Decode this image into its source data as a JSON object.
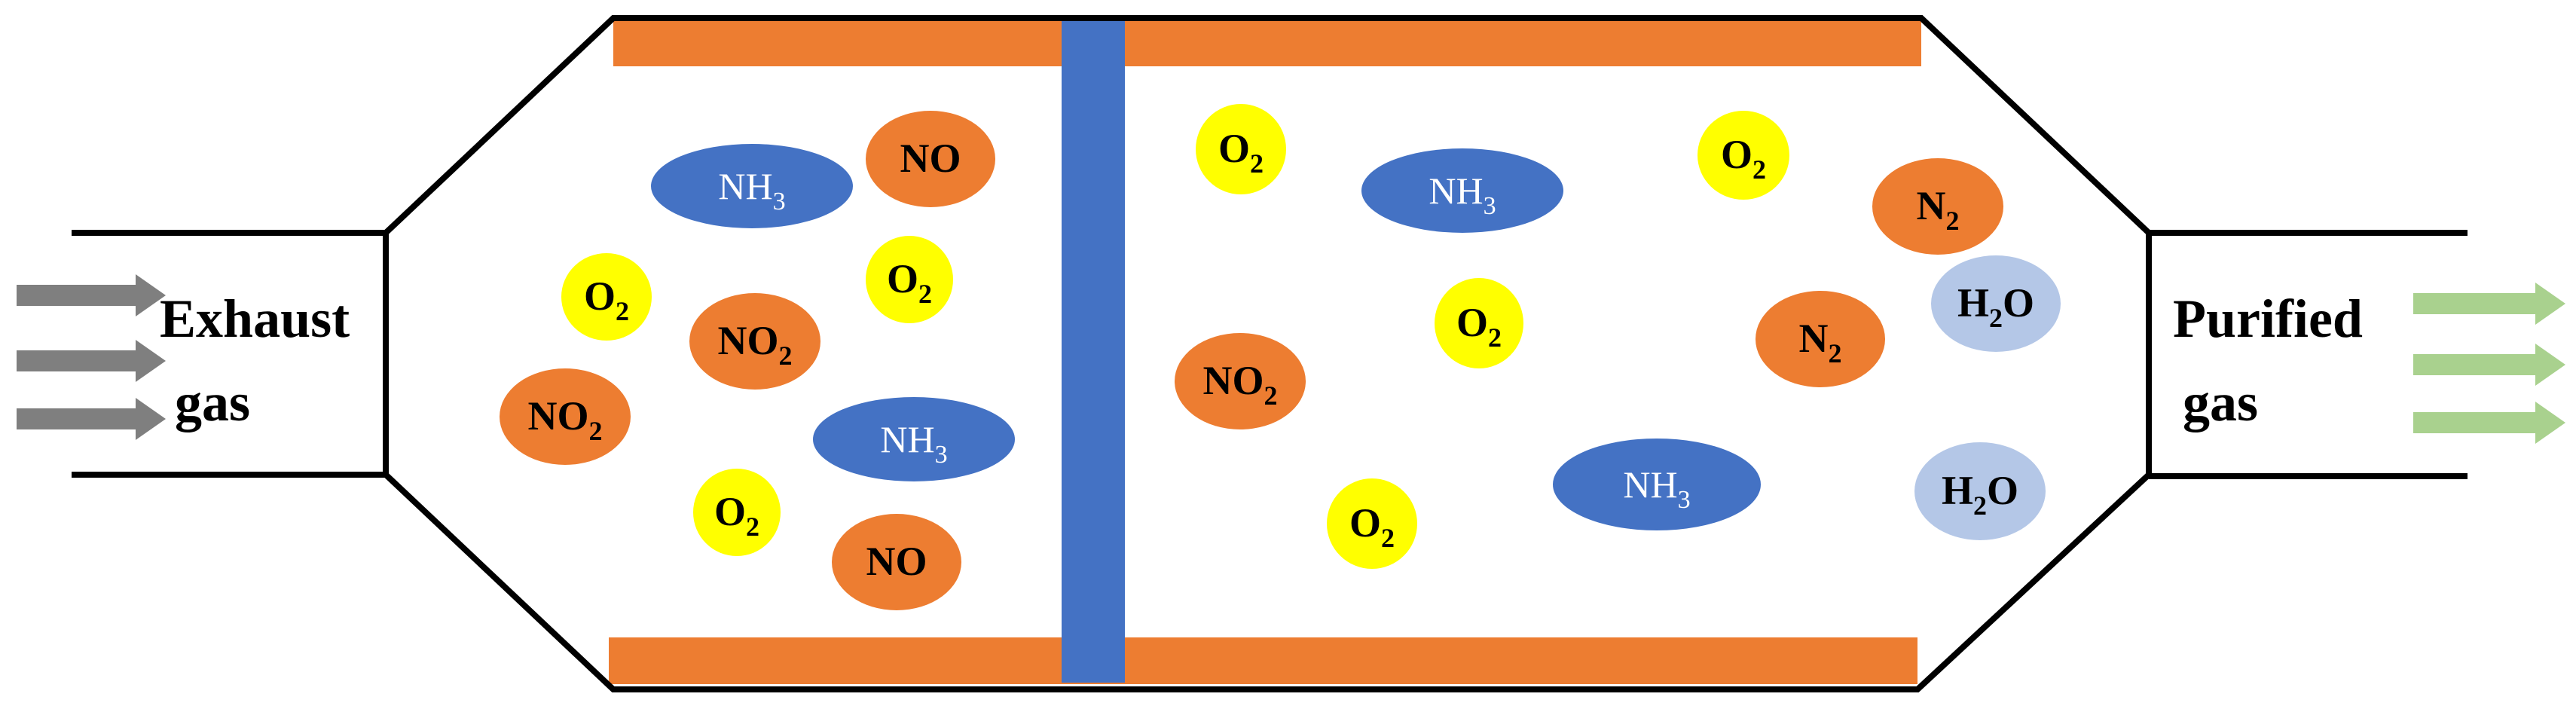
{
  "inlet": {
    "label_line1": "Exhaust",
    "label_line2": "gas",
    "arrow_color": "#7f7f7f"
  },
  "outlet": {
    "label_line1": "Purified",
    "label_line2": "gas",
    "arrow_color": "#a9d18e"
  },
  "colors": {
    "wall": "#ed7d31",
    "divider": "#4472c4",
    "outline": "#000000",
    "nh3": "#4472c4",
    "nox": "#ed7d31",
    "o2": "#ffff00",
    "h2o": "#b4c7e7"
  },
  "molecules": [
    {
      "base": "NH",
      "sub": "3",
      "kind": "nh3"
    },
    {
      "base": "NO",
      "sub": "",
      "kind": "nox"
    },
    {
      "base": "O",
      "sub": "2",
      "kind": "o2"
    },
    {
      "base": "O",
      "sub": "2",
      "kind": "o2"
    },
    {
      "base": "NO",
      "sub": "2",
      "kind": "nox"
    },
    {
      "base": "NO",
      "sub": "2",
      "kind": "nox"
    },
    {
      "base": "NH",
      "sub": "3",
      "kind": "nh3"
    },
    {
      "base": "O",
      "sub": "2",
      "kind": "o2"
    },
    {
      "base": "NO",
      "sub": "",
      "kind": "nox"
    },
    {
      "base": "O",
      "sub": "2",
      "kind": "o2"
    },
    {
      "base": "NH",
      "sub": "3",
      "kind": "nh3"
    },
    {
      "base": "O",
      "sub": "2",
      "kind": "o2"
    },
    {
      "base": "N",
      "sub": "2",
      "kind": "nox"
    },
    {
      "base": "H",
      "sub": "2",
      "tail": "O",
      "kind": "h2o"
    },
    {
      "base": "O",
      "sub": "2",
      "kind": "o2"
    },
    {
      "base": "NO",
      "sub": "2",
      "kind": "nox"
    },
    {
      "base": "N",
      "sub": "2",
      "kind": "nox"
    },
    {
      "base": "NH",
      "sub": "3",
      "kind": "nh3"
    },
    {
      "base": "H",
      "sub": "2",
      "tail": "O",
      "kind": "h2o"
    },
    {
      "base": "O",
      "sub": "2",
      "kind": "o2"
    }
  ]
}
